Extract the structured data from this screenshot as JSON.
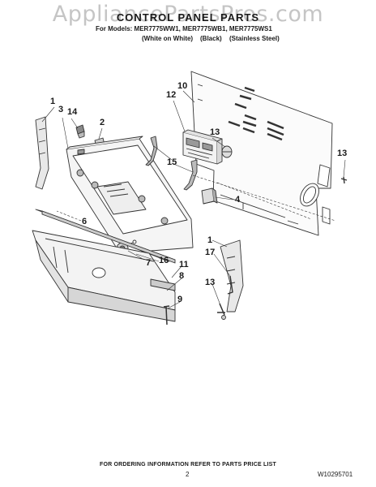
{
  "watermark": "AppliancePartsPros.com",
  "header": {
    "title": "CONTROL PANEL PARTS",
    "models": "For Models: MER7775WW1, MER7775WB1, MER7775WS1",
    "variant_white": "(White on White)",
    "variant_black": "(Black)",
    "variant_stainless": "(Stainless Steel)"
  },
  "callouts": [
    "1",
    "3",
    "14",
    "2",
    "12",
    "10",
    "13",
    "15",
    "4",
    "13",
    "6",
    "7",
    "16",
    "11",
    "8",
    "1",
    "17",
    "9",
    "13"
  ],
  "footer": {
    "ordering_note": "FOR ORDERING INFORMATION REFER TO PARTS PRICE LIST",
    "page_number": "2",
    "document_number": "W10295701"
  }
}
